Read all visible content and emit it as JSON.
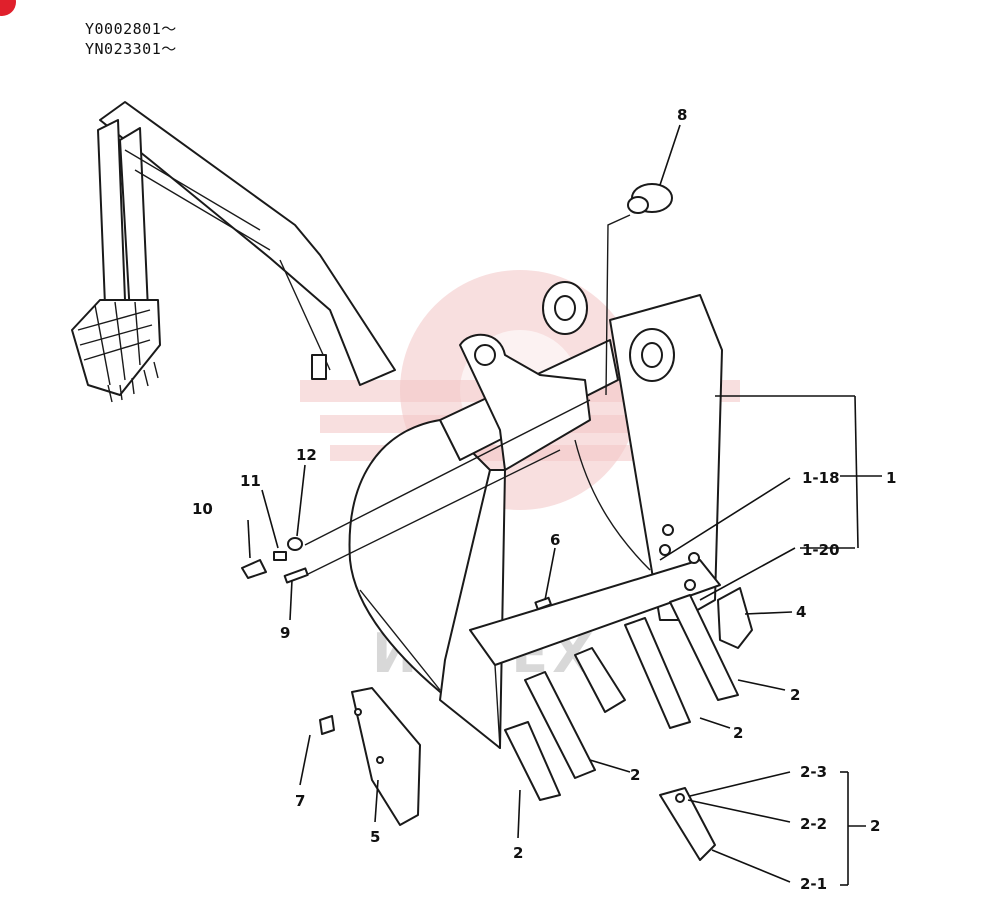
{
  "serials": [
    "Y0002801～",
    "YN023301～"
  ],
  "watermark": {
    "text": "ИНТЕХ",
    "color": "#e05050"
  },
  "callouts": {
    "p1": "1",
    "p1_18": "1-18",
    "p1_20": "1-20",
    "p2a": "2",
    "p2b": "2",
    "p2c": "2",
    "p2d": "2",
    "p2_1": "2-1",
    "p2_2": "2-2",
    "p2_3": "2-3",
    "p2_group": "2",
    "p4": "4",
    "p5": "5",
    "p6": "6",
    "p7": "7",
    "p8": "8",
    "p9": "9",
    "p10": "10",
    "p11": "11",
    "p12": "12"
  },
  "corner_mark_color": "#e0202c"
}
